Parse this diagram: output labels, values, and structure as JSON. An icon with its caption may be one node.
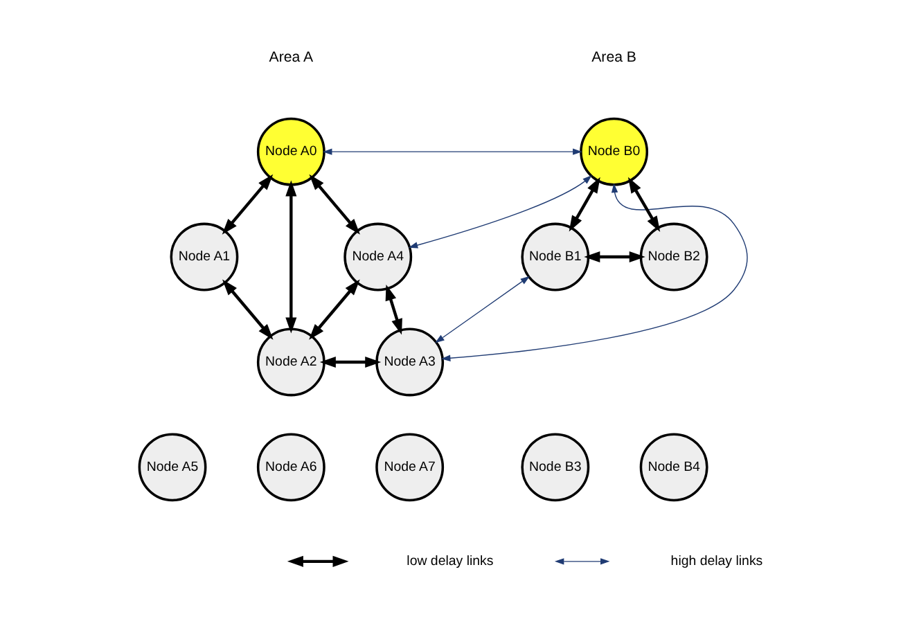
{
  "diagram": {
    "nodes": [
      {
        "text": [
          "Node A0"
        ]
      },
      {
        "text": [
          "Node A1"
        ]
      },
      {
        "text": [
          "Node A4"
        ]
      },
      {
        "text": [
          "Node A2"
        ]
      },
      {
        "text": [
          "Node A3"
        ]
      },
      {
        "text": [
          "Node A5"
        ]
      },
      {
        "text": [
          "Node A6"
        ]
      },
      {
        "text": [
          "Node A7"
        ]
      },
      {
        "text": [
          "Node B0"
        ]
      },
      {
        "text": [
          "Node B2"
        ]
      },
      {
        "text": [
          "Node B1"
        ]
      },
      {
        "text": [
          "Node B3"
        ]
      },
      {
        "text": [
          "Node B4"
        ]
      }
    ],
    "edges": [
      {
        "from": 0,
        "to": 1,
        "arrow": "both"
      },
      {
        "from": 0,
        "to": 3,
        "arrow": "both"
      },
      {
        "from": 0,
        "to": 2,
        "arrow": "both"
      },
      {
        "from": 1,
        "to": 3,
        "arrow": "both"
      },
      {
        "from": 3,
        "to": 2,
        "arrow": "both"
      },
      {
        "from": 3,
        "to": 4,
        "arrow": "both"
      },
      {
        "from": 2,
        "to": 4,
        "arrow": "both"
      },
      {
        "from": 8,
        "to": 10,
        "arrow": "both"
      },
      {
        "from": 8,
        "to": 9,
        "arrow": "both"
      },
      {
        "from": 10,
        "to": 9,
        "arrow": "both"
      },
      {
        "from": 0,
        "to": 8,
        "arrow": "both",
        "color": "#1f3b73"
      },
      {
        "from": 2,
        "to": 8,
        "arrow": "both",
        "color": "#1f3b73"
      },
      {
        "from": 4,
        "to": 8,
        "arrow": "both",
        "color": "#1f3b73"
      },
      {
        "from": 4,
        "to": 10,
        "arrow": "both",
        "color": "#1f3b73"
      }
    ],
    "labels": [
      "Area A",
      "Area B"
    ],
    "legend": [
      {
        "text": "low delay links"
      },
      {
        "text": "high delay links"
      }
    ]
  }
}
